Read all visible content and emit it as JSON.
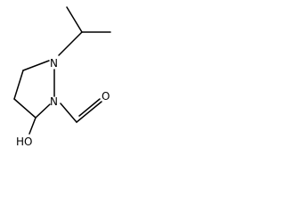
{
  "molecule": {
    "atoms": {
      "n1": "N",
      "n2": "N",
      "oh": "HO",
      "o": "O"
    },
    "colors": {
      "bond": "#000000",
      "text": "#000000",
      "background": "#ffffff"
    }
  }
}
